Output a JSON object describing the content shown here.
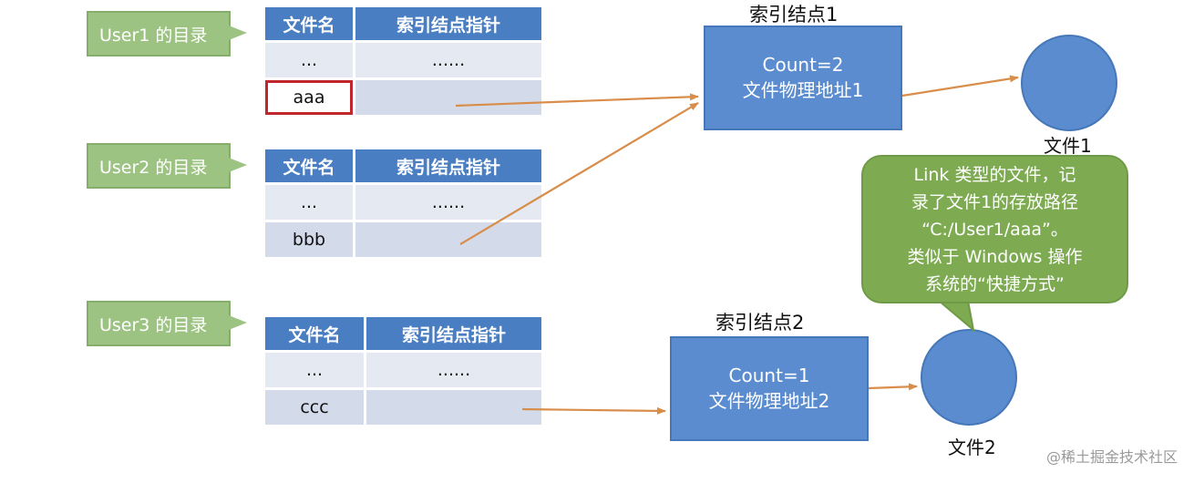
{
  "directories": [
    {
      "callout": "User1 的目录",
      "headers": [
        "文件名",
        "索引结点指针"
      ],
      "rows": [
        [
          "...",
          "......"
        ],
        [
          "aaa",
          ""
        ]
      ]
    },
    {
      "callout": "User2 的目录",
      "headers": [
        "文件名",
        "索引结点指针"
      ],
      "rows": [
        [
          "...",
          "......"
        ],
        [
          "bbb",
          ""
        ]
      ]
    },
    {
      "callout": "User3 的目录",
      "headers": [
        "文件名",
        "索引结点指针"
      ],
      "rows": [
        [
          "...",
          "......"
        ],
        [
          "ccc",
          ""
        ]
      ]
    }
  ],
  "inodes": [
    {
      "title": "索引结点1",
      "count": "Count=2",
      "address": "文件物理地址1"
    },
    {
      "title": "索引结点2",
      "count": "Count=1",
      "address": "文件物理地址2"
    }
  ],
  "files": [
    "文件1",
    "文件2"
  ],
  "link_note": {
    "lines": [
      "Link 类型的文件，记",
      "录了文件1的存放路径",
      "“C:/User1/aaa”。",
      "类似于 Windows 操作",
      "系统的“快捷方式”"
    ]
  },
  "watermark": "@稀土掘金技术社区",
  "colors": {
    "header": "#4a7ec3",
    "inode": "#5b8ccf",
    "callout": "#9dc383",
    "bubble": "#7eab52",
    "arrow": "#d98d4a",
    "highlight": "#c0272d"
  }
}
